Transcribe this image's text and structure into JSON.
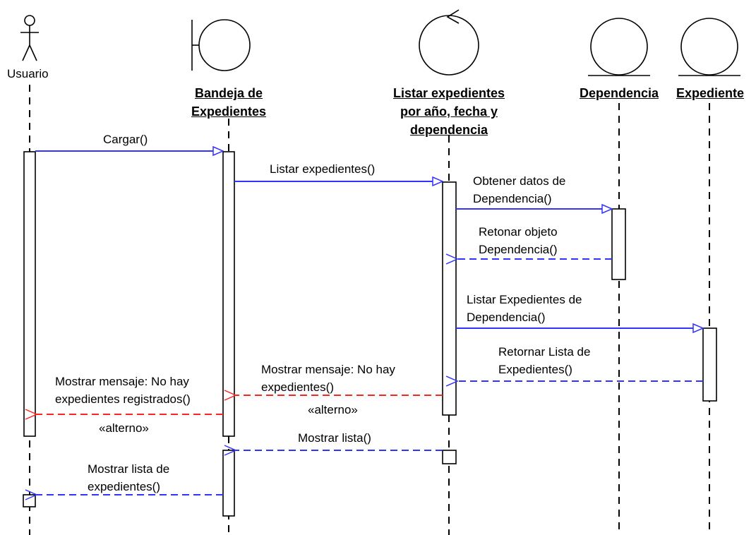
{
  "participants": {
    "usuario": {
      "name": "Usuario",
      "kind": "actor"
    },
    "bandeja": {
      "name_lines": [
        "Bandeja de",
        "Expedientes"
      ],
      "kind": "boundary"
    },
    "listar": {
      "name_lines": [
        "Listar expedientes",
        "por año, fecha y",
        "dependencia"
      ],
      "kind": "control"
    },
    "dependencia": {
      "name": "Dependencia",
      "kind": "entity"
    },
    "expediente": {
      "name": "Expediente",
      "kind": "entity"
    }
  },
  "messages": {
    "m1": {
      "label": "Cargar()",
      "from": "Usuario",
      "to": "Bandeja de Expedientes",
      "style": "call",
      "color": "#3333ff"
    },
    "m2": {
      "label": "Listar expedientes()",
      "from": "Bandeja de Expedientes",
      "to": "Listar expedientes por año, fecha y dependencia",
      "style": "call",
      "color": "#3333ff"
    },
    "m3": {
      "label_lines": [
        "Obtener datos de",
        "Dependencia()"
      ],
      "from": "Listar expedientes por año, fecha y dependencia",
      "to": "Dependencia",
      "style": "call",
      "color": "#3333ff"
    },
    "m4": {
      "label_lines": [
        "Retonar objeto",
        "Dependencia()"
      ],
      "from": "Dependencia",
      "to": "Listar expedientes por año, fecha y dependencia",
      "style": "return",
      "color": "#3333ff"
    },
    "m5": {
      "label_lines": [
        "Listar Expedientes de",
        "Dependencia()"
      ],
      "from": "Listar expedientes por año, fecha y dependencia",
      "to": "Expediente",
      "style": "call",
      "color": "#3333ff"
    },
    "m6": {
      "label_lines": [
        "Retornar Lista de",
        "Expedientes()"
      ],
      "from": "Expediente",
      "to": "Listar expedientes por año, fecha y dependencia",
      "style": "return",
      "color": "#3333ff"
    },
    "m7": {
      "label_lines": [
        "Mostrar mensaje: No hay",
        "expedientes()"
      ],
      "stereotype": "«alterno»",
      "from": "Listar expedientes por año, fecha y dependencia",
      "to": "Bandeja de Expedientes",
      "style": "return",
      "color": "#ff2222"
    },
    "m8": {
      "label_lines": [
        "Mostrar mensaje: No hay",
        "expedientes registrados()"
      ],
      "stereotype": "«alterno»",
      "from": "Bandeja de Expedientes",
      "to": "Usuario",
      "style": "return",
      "color": "#ff2222"
    },
    "m9": {
      "label": "Mostrar lista()",
      "from": "Listar expedientes por año, fecha y dependencia",
      "to": "Bandeja de Expedientes",
      "style": "return",
      "color": "#3333ff"
    },
    "m10": {
      "label_lines": [
        "Mostrar lista de",
        "expedientes()"
      ],
      "from": "Bandeja de Expedientes",
      "to": "Usuario",
      "style": "return",
      "color": "#3333ff"
    }
  }
}
